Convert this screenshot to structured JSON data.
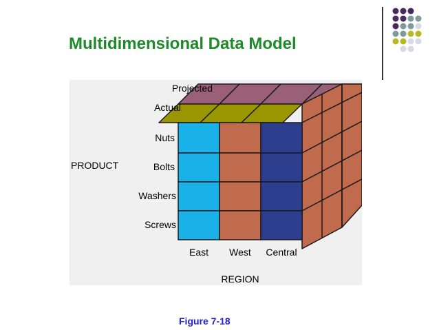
{
  "slide": {
    "title": "Multidimensional Data Model",
    "caption": "Figure 7-18"
  },
  "cube": {
    "measures": [
      "Projected",
      "Actual"
    ],
    "product_axis_label": "PRODUCT",
    "products": [
      "Nuts",
      "Bolts",
      "Washers",
      "Screws"
    ],
    "region_axis_label": "REGION",
    "regions": [
      "East",
      "West",
      "Central"
    ]
  },
  "colors": {
    "title": "#1e8a2a",
    "caption": "#2222cc",
    "east": "#1ab0e8",
    "west": "#c06a4e",
    "central": "#2e3e8e",
    "actual_top": "#9a9600",
    "projected_top": "#9a6078",
    "side": "#c06a4e",
    "background": "#f0f0f0"
  },
  "decor": {
    "dot_colors": [
      "#4a2a5c",
      "#7f9a9c",
      "#b8b824",
      "#d9d9e6"
    ]
  }
}
